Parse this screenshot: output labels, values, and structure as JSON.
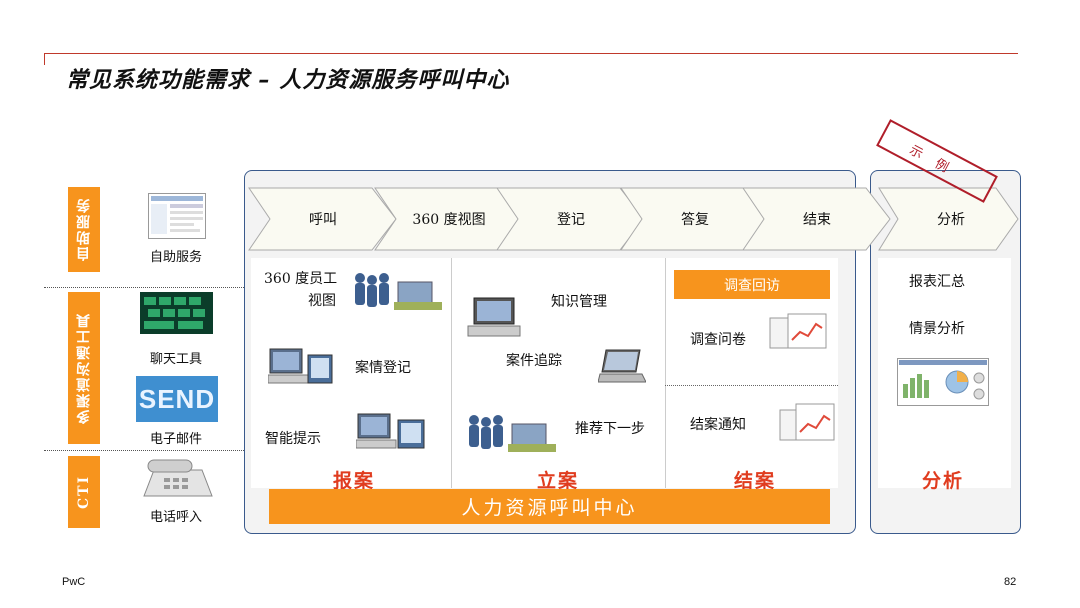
{
  "title": "常见系统功能需求 – 人力资源服务呼叫中心",
  "side_tabs": [
    "自助服务",
    "多渠道沟通工具",
    "CTI"
  ],
  "channels": {
    "self_service": "自助服务",
    "chat": "聊天工具",
    "email": "电子邮件",
    "email_logo": "SEND",
    "phone": "电话呼入"
  },
  "process_steps": [
    "呼叫",
    "360 度视图",
    "登记",
    "答复",
    "结束"
  ],
  "analysis_step": "分析",
  "stamp": "示例",
  "column_report": {
    "item_360_line1": "360 度员工",
    "item_360_line2": "视图",
    "register": "案情登记",
    "hint": "智能提示",
    "stage": "报案"
  },
  "column_filing": {
    "knowledge": "知识管理",
    "tracking": "案件追踪",
    "next_step": "推荐下一步",
    "stage": "立案"
  },
  "column_close": {
    "header": "调查回访",
    "survey": "调查问卷",
    "notice": "结案通知",
    "stage": "结案"
  },
  "column_analysis": {
    "report": "报表汇总",
    "scenario": "情景分析",
    "stage": "分析"
  },
  "bottom_bar": "人力资源呼叫中心",
  "footer": {
    "brand": "PwC",
    "page": "82"
  },
  "colors": {
    "orange": "#f7941d",
    "red": "#e03c1f",
    "navy": "#3a5a8c"
  }
}
